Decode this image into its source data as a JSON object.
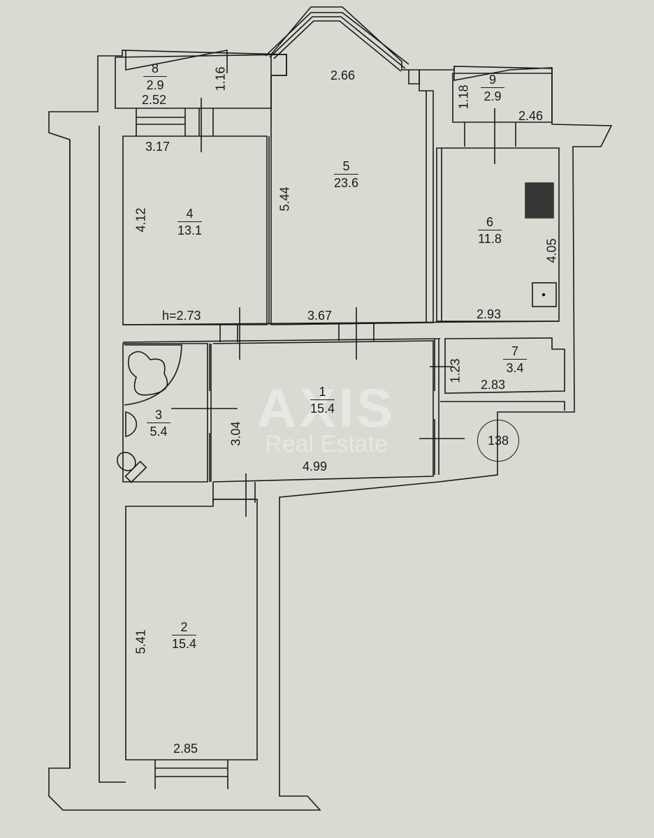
{
  "watermark": {
    "brand": "AXIS",
    "tagline": "Real Estate"
  },
  "apartment_number": "138",
  "ceiling_height": "h=2.73",
  "rooms": [
    {
      "id": "1",
      "number": "1",
      "area": "15.4"
    },
    {
      "id": "2",
      "number": "2",
      "area": "15.4"
    },
    {
      "id": "3",
      "number": "3",
      "area": "5.4"
    },
    {
      "id": "4",
      "number": "4",
      "area": "13.1"
    },
    {
      "id": "5",
      "number": "5",
      "area": "23.6"
    },
    {
      "id": "6",
      "number": "6",
      "area": "11.8"
    },
    {
      "id": "7",
      "number": "7",
      "area": "3.4"
    },
    {
      "id": "8",
      "number": "8",
      "area": "2.9"
    },
    {
      "id": "9",
      "number": "9",
      "area": "2.9"
    }
  ],
  "dimensions": {
    "room8_width": "2.52",
    "room8_depth": "1.16",
    "room4_width": "3.17",
    "room4_depth": "4.12",
    "room5_top": "2.66",
    "room5_depth": "5.44",
    "room5_width": "3.67",
    "room9_depth": "1.18",
    "room9_width": "2.46",
    "room6_depth": "4.05",
    "room6_width": "2.93",
    "room7_depth": "1.23",
    "room7_width": "2.83",
    "room1_depth": "3.04",
    "room1_width": "4.99",
    "room2_depth": "5.41",
    "room2_width": "2.85"
  }
}
